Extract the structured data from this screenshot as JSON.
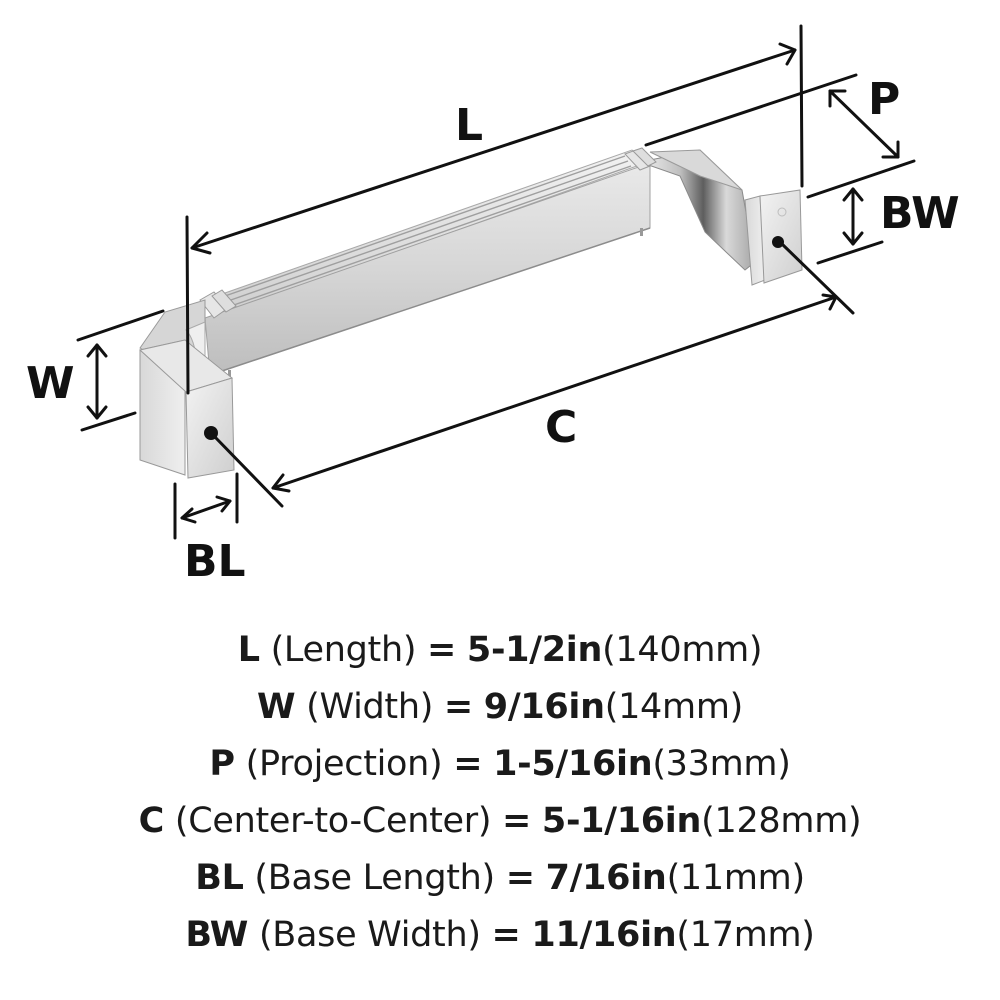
{
  "diagram": {
    "subject": "cabinet pull handle",
    "finish": "polished chrome",
    "labels": {
      "L": "L",
      "W": "W",
      "P": "P",
      "C": "C",
      "BL": "BL",
      "BW": "BW"
    },
    "colors": {
      "line": "#111111",
      "metal_light": "#e4e4e4",
      "metal_mid": "#c8c8c8",
      "metal_dark": "#7d7d7d",
      "background": "#ffffff"
    }
  },
  "specs": [
    {
      "code": "L",
      "name": "(Length)",
      "eq": "=",
      "imperial": "5-1/2in",
      "metric": "(140mm)"
    },
    {
      "code": "W",
      "name": "(Width)",
      "eq": "=",
      "imperial": "9/16in",
      "metric": "(14mm)"
    },
    {
      "code": "P",
      "name": "(Projection)",
      "eq": "=",
      "imperial": "1-5/16in",
      "metric": "(33mm)"
    },
    {
      "code": "C",
      "name": "(Center-to-Center)",
      "eq": "=",
      "imperial": "5-1/16in",
      "metric": "(128mm)"
    },
    {
      "code": "BL",
      "name": "(Base Length)",
      "eq": "=",
      "imperial": "7/16in",
      "metric": "(11mm)"
    },
    {
      "code": "BW",
      "name": "(Base Width)",
      "eq": "=",
      "imperial": "11/16in",
      "metric": "(17mm)"
    }
  ]
}
